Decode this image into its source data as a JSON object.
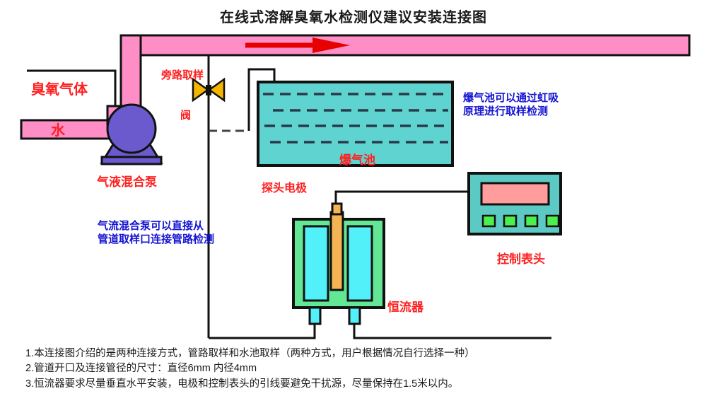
{
  "title": "在线式溶解臭氧水检测仪建议安装连接图",
  "labels": {
    "ozone_gas": "臭氧气体",
    "water": "水",
    "mixing_pump": "气液混合泵",
    "bypass_sampling": "旁路取样",
    "valve": "阀",
    "aeration_tank": "爆气池",
    "probe_electrode": "探头电极",
    "flow_regulator": "恒流器",
    "control_meter": "控制表头"
  },
  "annotations": {
    "siphon_line1": "爆气池可以通过虹吸",
    "siphon_line2": "原理进行取样检测",
    "pump_line1": "气流混合泵可以直接从",
    "pump_line2": "管道取样口连接管路检测"
  },
  "notes": [
    "1.本连接图介绍的是两种连接方式，管路取样和水池取样（两种方式，用户根据情况自行选择一种）",
    "2.管道开口及连接管径的尺寸：直径6mm 内径4mm",
    "3.恒流器要求尽量垂直水平安装，电极和控制表头的引线要避免干扰源，尽量保持在1.5米以内。"
  ],
  "colors": {
    "pipe_pink": "#ff8ec7",
    "pump_blue": "#6a5acd",
    "tank_teal": "#5fd3d0",
    "flow_green": "#62e895",
    "chamber_cyan": "#52f0f8",
    "electrode_orange": "#f5b454",
    "meter_teal": "#5cc9c4",
    "display_pink": "#ff9c9c",
    "button_green": "#4cf04c",
    "valve_gold": "#f5b400",
    "arrow_red": "#e60000",
    "label_red": "#ff2020",
    "label_blue": "#1414d2",
    "outline": "#111111"
  }
}
